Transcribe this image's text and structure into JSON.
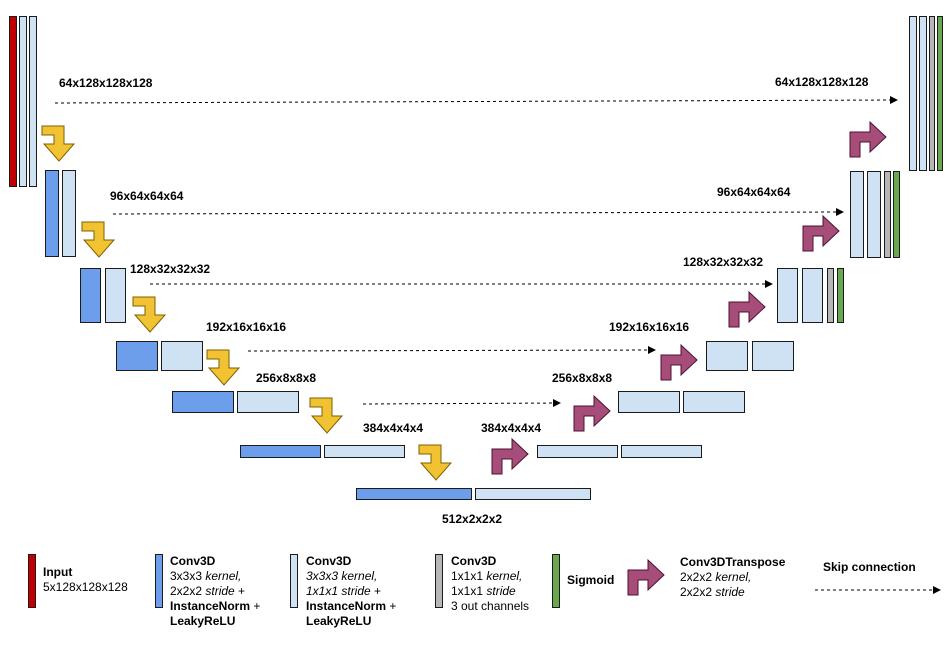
{
  "labels": {
    "enc1": "64x128x128x128",
    "dec1": "64x128x128x128",
    "enc2": "96x64x64x64",
    "dec2": "96x64x64x64",
    "enc3": "128x32x32x32",
    "dec3": "128x32x32x32",
    "enc4": "192x16x16x16",
    "dec4": "192x16x16x16",
    "enc5": "256x8x8x8",
    "dec5": "256x8x8x8",
    "enc6": "384x4x4x4",
    "dec6": "384x4x4x4",
    "bottom": "512x2x2x2"
  },
  "legend": {
    "input": {
      "title": "Input",
      "line1": "5x128x128x128"
    },
    "conv_dark": {
      "title": "Conv3D",
      "l1a": "3x3x3 ",
      "l1b": "kernel,",
      "l2a": "2x2x2 ",
      "l2b": "stride",
      "l2c": " +",
      "l3a": "InstanceNorm",
      "l3b": " +",
      "l4": "LeakyReLU"
    },
    "conv_light": {
      "title": "Conv3D",
      "l1": "3x3x3 kernel,",
      "l2a": "1x1x1 stride",
      "l2b": " +",
      "l3a": "InstanceNorm",
      "l3b": " +",
      "l4": "LeakyReLU"
    },
    "conv_gray": {
      "title": "Conv3D",
      "l1a": "1x1x1 ",
      "l1b": "kernel,",
      "l2a": "1x1x1 ",
      "l2b": "stride",
      "l3": "3 out channels"
    },
    "sigmoid": {
      "title": "Sigmoid"
    },
    "transpose": {
      "title": "Conv3DTranspose",
      "l1a": "2x2x2 ",
      "l1b": "kernel,",
      "l2a": "2x2x2 ",
      "l2b": "stride"
    },
    "skip": {
      "title": "Skip connection"
    }
  },
  "colors": {
    "input": "#c00000",
    "conv_dark": "#6d9eeb",
    "conv_light": "#cfe2f3",
    "conv_gray": "#b7b7b7",
    "sigmoid": "#6aa84f",
    "down_arrow": "#f1c232",
    "up_arrow": "#a64d79"
  }
}
